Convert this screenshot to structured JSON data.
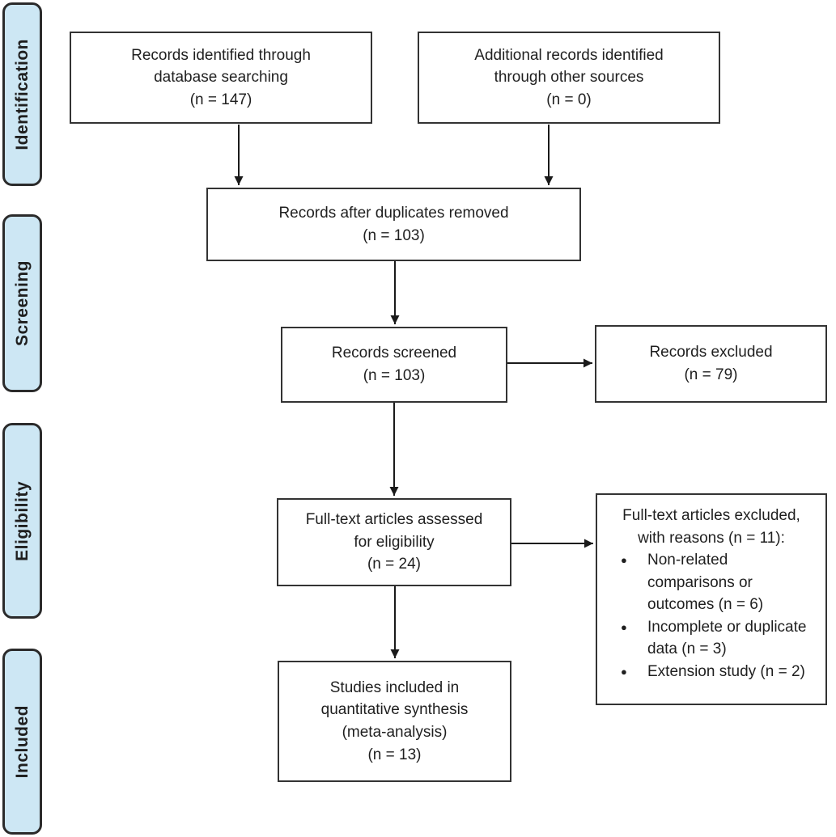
{
  "colors": {
    "stage_fill": "#cde7f4",
    "stage_border": "#2b2b2b",
    "box_border": "#333333",
    "text": "#1f1f1f",
    "arrow": "#1a1a1a"
  },
  "stages": [
    {
      "label": "Identification"
    },
    {
      "label": "Screening"
    },
    {
      "label": "Eligibility"
    },
    {
      "label": "Included"
    }
  ],
  "boxes": {
    "identified": {
      "lines": [
        "Records identified through",
        "database searching",
        "(n = 147)"
      ]
    },
    "additional": {
      "lines": [
        "Additional records identified",
        "through other sources",
        "(n = 0)"
      ]
    },
    "deduped": {
      "lines": [
        "Records after duplicates removed",
        "(n = 103)"
      ]
    },
    "screened": {
      "lines": [
        "Records screened",
        "(n = 103)"
      ]
    },
    "excluded": {
      "lines": [
        "Records excluded",
        "(n = 79)"
      ]
    },
    "fulltext": {
      "lines": [
        "Full-text articles assessed",
        "for eligibility",
        "(n = 24)"
      ]
    },
    "fulltext_excluded": {
      "bullet": "●",
      "header_lines": [
        "Full-text articles excluded,",
        "with reasons (n = 11):"
      ],
      "reasons": [
        {
          "lines": [
            "Non-related",
            "comparisons or",
            "outcomes (n = 6)"
          ]
        },
        {
          "lines": [
            "Incomplete or duplicate",
            "data (n = 3)"
          ]
        },
        {
          "lines": [
            "Extension study (n = 2)"
          ]
        }
      ]
    },
    "included": {
      "lines": [
        "Studies included in",
        "quantitative synthesis",
        "(meta-analysis)",
        "(n = 13)"
      ]
    }
  }
}
